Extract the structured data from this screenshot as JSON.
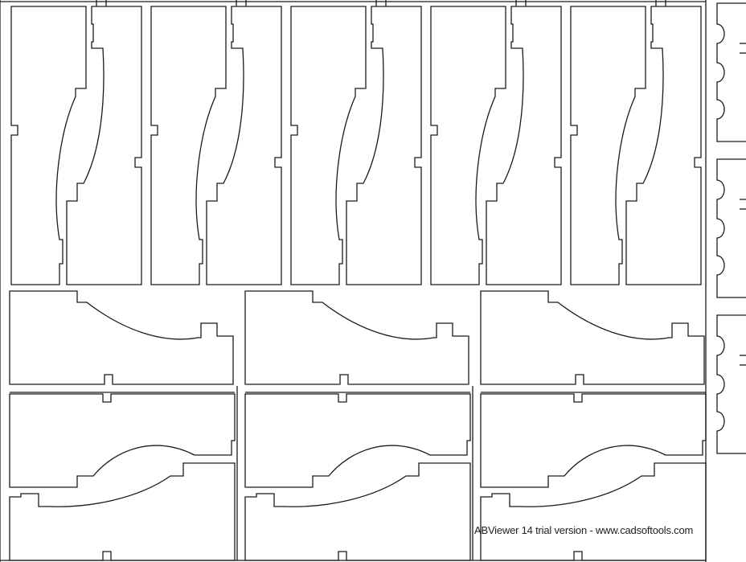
{
  "viewer": {
    "watermark": "ABViewer 14 trial version - www.cadsoftools.com"
  },
  "drawing": {
    "kind": "CAD cutting layout",
    "line_color": "#1a1a1a",
    "background": "#ffffff",
    "vertical_panel_pairs": 5,
    "horizontal_panels_row1": 3,
    "horizontal_panel_stacks_row2": 3,
    "scalloped_side_strips": 3
  }
}
